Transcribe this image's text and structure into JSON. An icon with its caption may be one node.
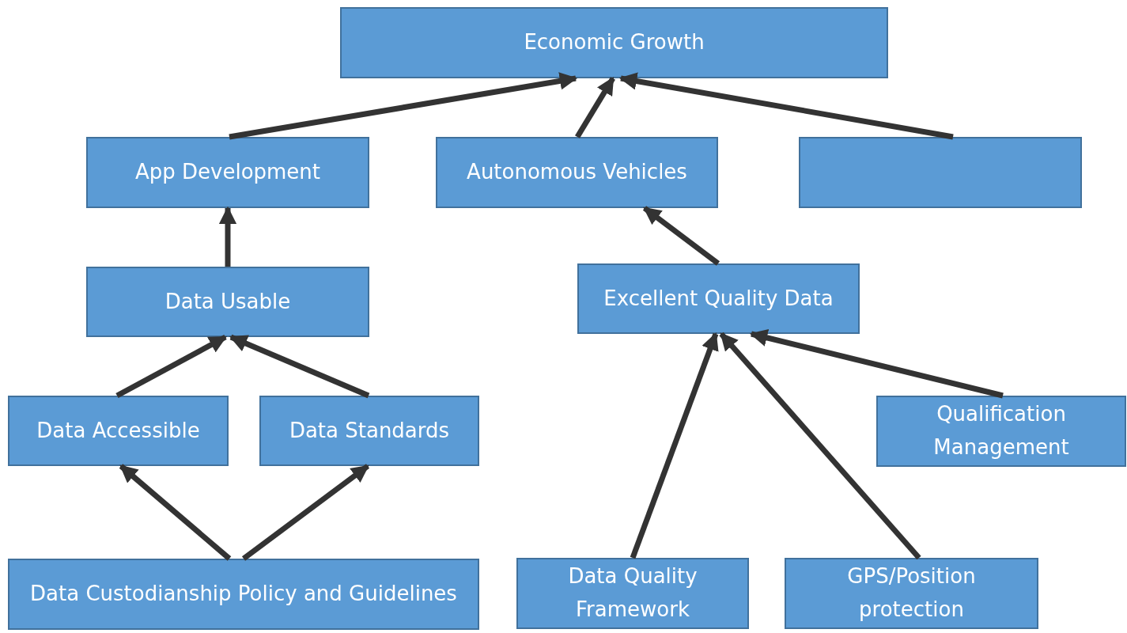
{
  "diagram": {
    "nodes": [
      {
        "text": [
          "Economic Growth"
        ]
      },
      {
        "text": [
          "App Development"
        ]
      },
      {
        "text": [
          "Autonomous Vehicles"
        ]
      },
      {
        "text": [],
        "shape": "box"
      },
      {
        "text": [
          "Data Usable"
        ]
      },
      {
        "text": [
          "Excellent Quality Data"
        ]
      },
      {
        "text": [
          "Data Accessible"
        ]
      },
      {
        "text": [
          "Data Standards"
        ]
      },
      {
        "text": [
          "Qualification Management"
        ]
      },
      {
        "text": [
          "Data Custodianship Policy and Guidelines"
        ]
      },
      {
        "text": [
          "Data Quality Framework"
        ]
      },
      {
        "text": [
          "GPS/Position protection"
        ]
      }
    ],
    "edges": [
      {
        "from": 1,
        "to": 0,
        "arrow": "to"
      },
      {
        "from": 2,
        "to": 0,
        "arrow": "to"
      },
      {
        "from": 3,
        "to": 0,
        "arrow": "to"
      },
      {
        "from": 4,
        "to": 1,
        "arrow": "to"
      },
      {
        "from": 6,
        "to": 4,
        "arrow": "to"
      },
      {
        "from": 7,
        "to": 4,
        "arrow": "to"
      },
      {
        "from": 5,
        "to": 2,
        "arrow": "to"
      },
      {
        "from": 9,
        "to": 6,
        "arrow": "to"
      },
      {
        "from": 9,
        "to": 7,
        "arrow": "to"
      },
      {
        "from": 10,
        "to": 5,
        "arrow": "to"
      },
      {
        "from": 11,
        "to": 5,
        "arrow": "to"
      },
      {
        "from": 8,
        "to": 5,
        "arrow": "to"
      }
    ]
  }
}
